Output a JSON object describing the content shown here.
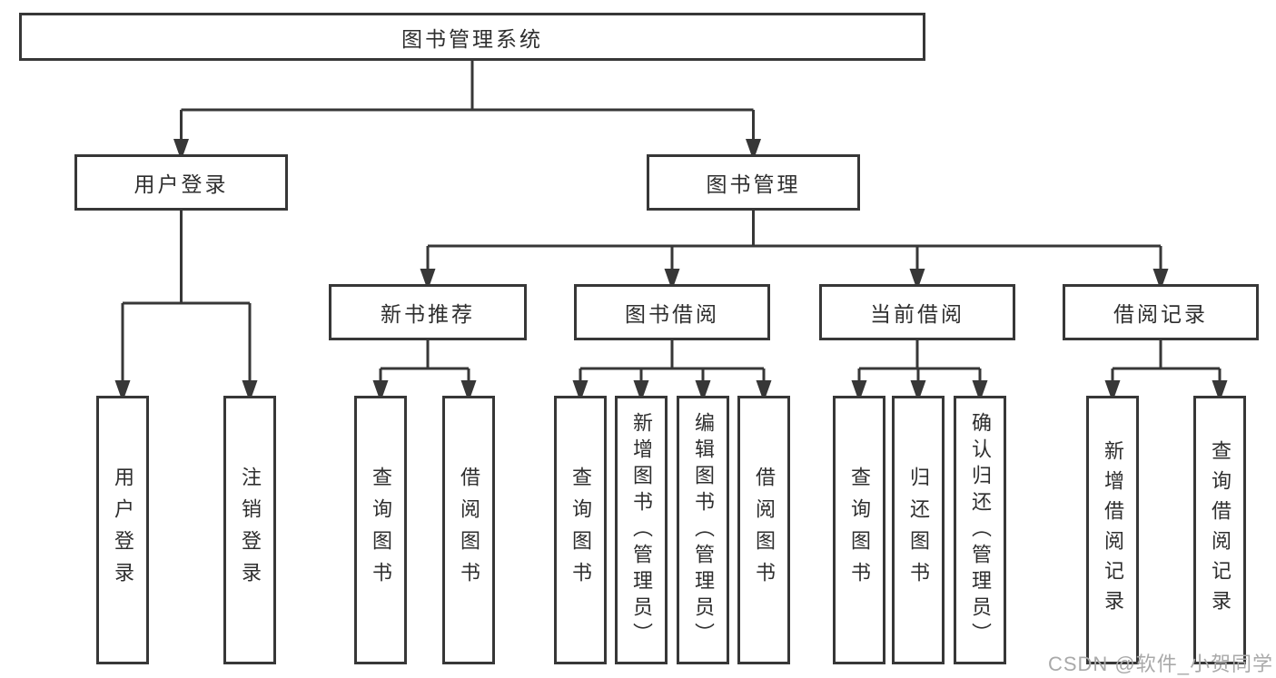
{
  "diagram": {
    "type": "tree",
    "tree": {
      "label": "图书管理系统",
      "children": [
        {
          "label": "用户登录",
          "children": [
            {
              "label": "用户登录"
            },
            {
              "label": "注销登录"
            }
          ]
        },
        {
          "label": "图书管理",
          "children": [
            {
              "label": "新书推荐",
              "children": [
                {
                  "label": "查询图书"
                },
                {
                  "label": "借阅图书"
                }
              ]
            },
            {
              "label": "图书借阅",
              "children": [
                {
                  "label": "查询图书"
                },
                {
                  "label": "新增图书（管理员）"
                },
                {
                  "label": "编辑图书（管理员）"
                },
                {
                  "label": "借阅图书"
                }
              ]
            },
            {
              "label": "当前借阅",
              "children": [
                {
                  "label": "查询图书"
                },
                {
                  "label": "归还图书"
                },
                {
                  "label": "确认归还（管理员）"
                }
              ]
            },
            {
              "label": "借阅记录",
              "children": [
                {
                  "label": "新增借阅记录"
                },
                {
                  "label": "查询借阅记录"
                }
              ]
            }
          ]
        }
      ]
    },
    "colors": {
      "line": "#373737",
      "text": "#2e2e2e",
      "background": "#ffffff",
      "watermark": "#a9a9a9"
    }
  },
  "watermark": {
    "text": "CSDN @软件_小贺同学"
  }
}
